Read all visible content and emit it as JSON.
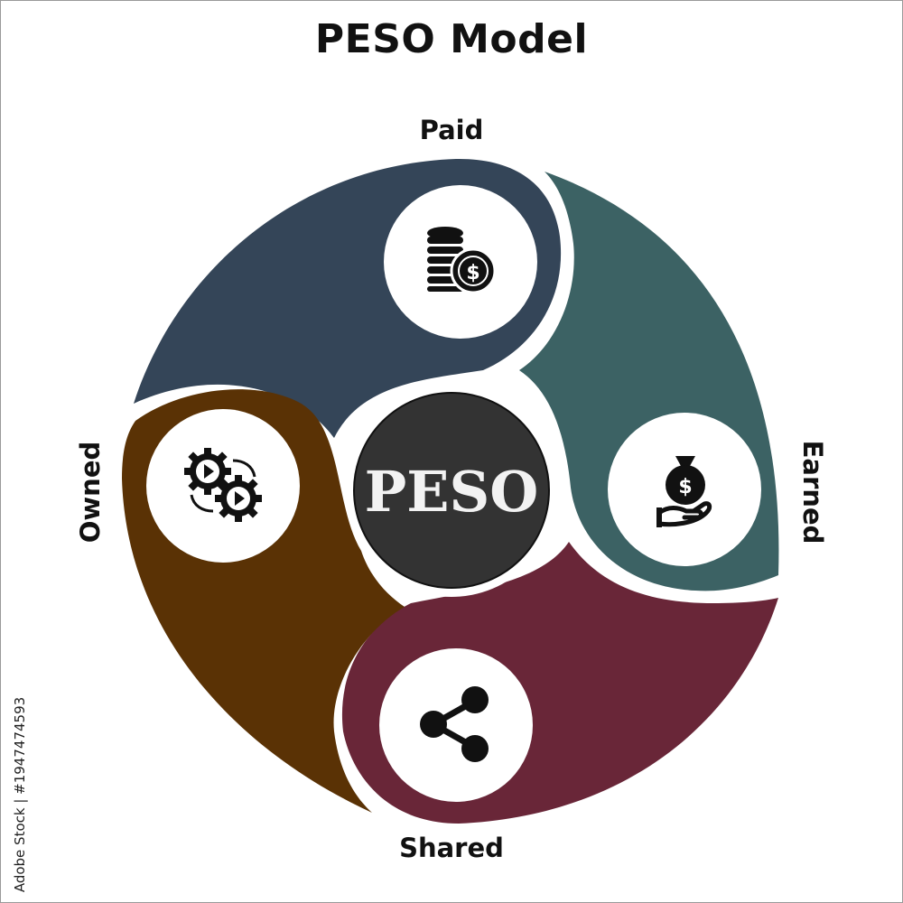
{
  "title": "PESO Model",
  "center_label": "PESO",
  "segments": [
    {
      "key": "paid",
      "label": "Paid",
      "color": "#344558",
      "icon": "coins-dollar-icon"
    },
    {
      "key": "earned",
      "label": "Earned",
      "color": "#3c6264",
      "icon": "money-bag-hand-icon"
    },
    {
      "key": "shared",
      "label": "Shared",
      "color": "#692638",
      "icon": "share-icon"
    },
    {
      "key": "owned",
      "label": "Owned",
      "color": "#5a3205",
      "icon": "gears-play-icon"
    }
  ],
  "center_color": "#333333",
  "watermark": "Adobe Stock | #1947474593"
}
